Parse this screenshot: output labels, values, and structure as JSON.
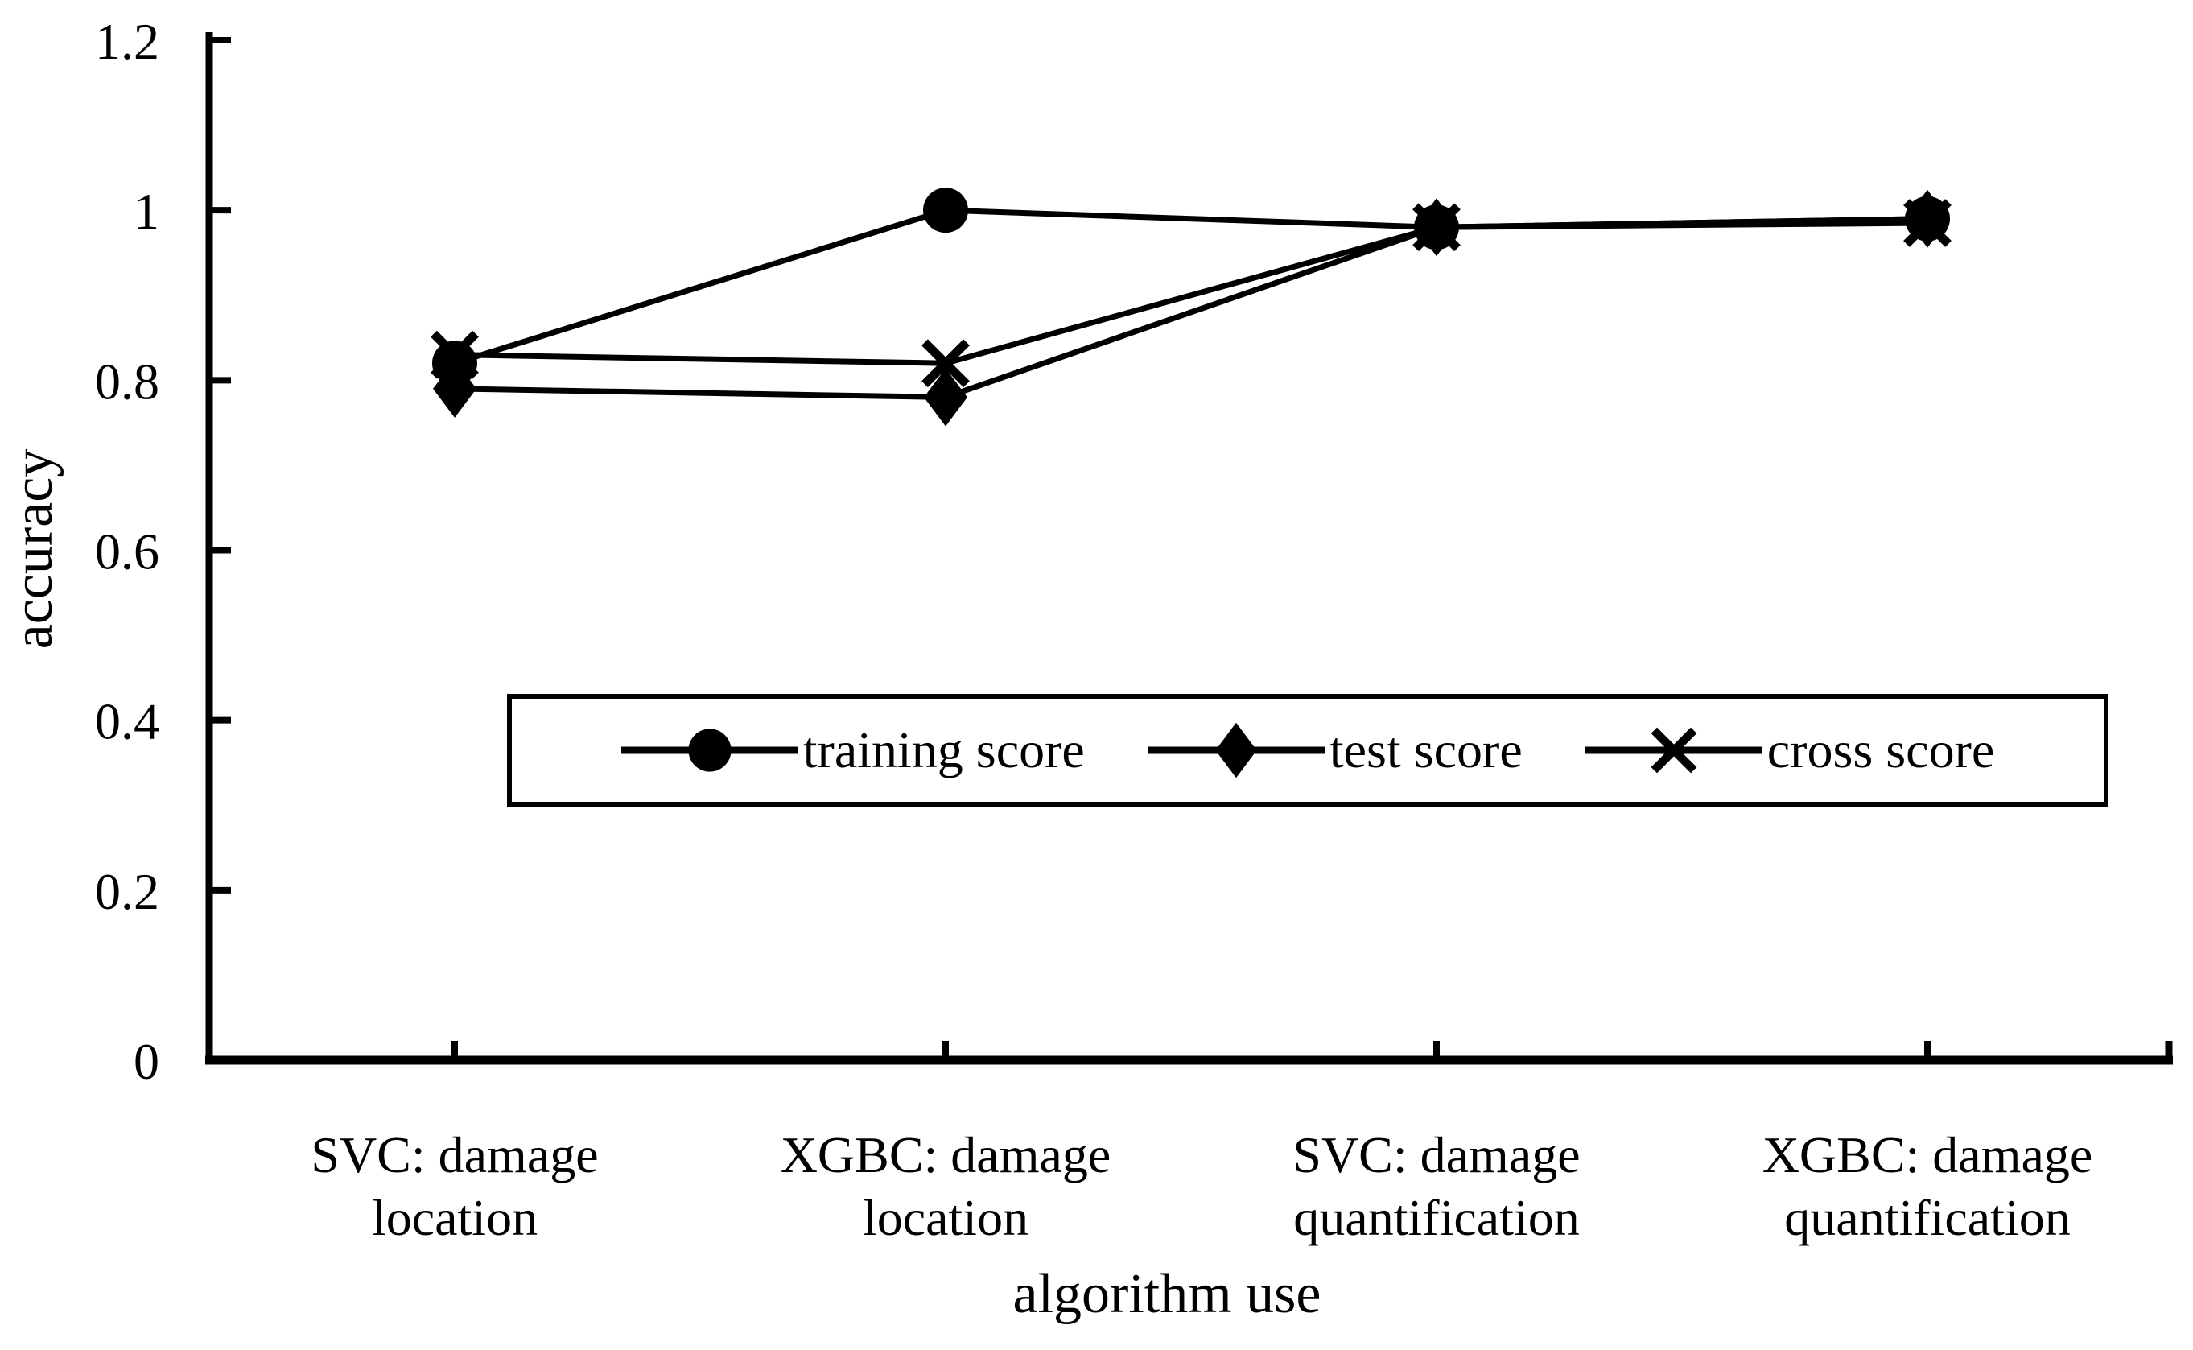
{
  "figure": {
    "background": "#ffffff",
    "ink_color": "#000000"
  },
  "chart_data": {
    "type": "line",
    "title": "",
    "xlabel": "algorithm use",
    "ylabel": "accuracy",
    "categories": [
      "SVC: damage location",
      "XGBC: damage location",
      "SVC: damage quantification",
      "XGBC: damage quantification"
    ],
    "category_label_lines": [
      [
        "SVC: damage",
        "location"
      ],
      [
        "XGBC: damage",
        "location"
      ],
      [
        "SVC: damage",
        "quantification"
      ],
      [
        "XGBC: damage",
        "quantification"
      ]
    ],
    "series": [
      {
        "name": "training score",
        "marker": "circle",
        "values": [
          0.82,
          1.0,
          0.98,
          0.99
        ]
      },
      {
        "name": "test score",
        "marker": "diamond",
        "values": [
          0.79,
          0.78,
          0.98,
          0.99
        ]
      },
      {
        "name": "cross score",
        "marker": "x",
        "values": [
          0.83,
          0.82,
          0.98,
          0.985
        ]
      }
    ],
    "ylim": [
      0,
      1.2
    ],
    "yticks": [
      0,
      0.2,
      0.4,
      0.6,
      0.8,
      1.0,
      1.2
    ],
    "ytick_labels": [
      "0",
      "0.2",
      "0.4",
      "0.6",
      "0.8",
      "1",
      "1.2"
    ],
    "grid": false,
    "legend_position": "center-middle",
    "line_color": "#000000"
  }
}
